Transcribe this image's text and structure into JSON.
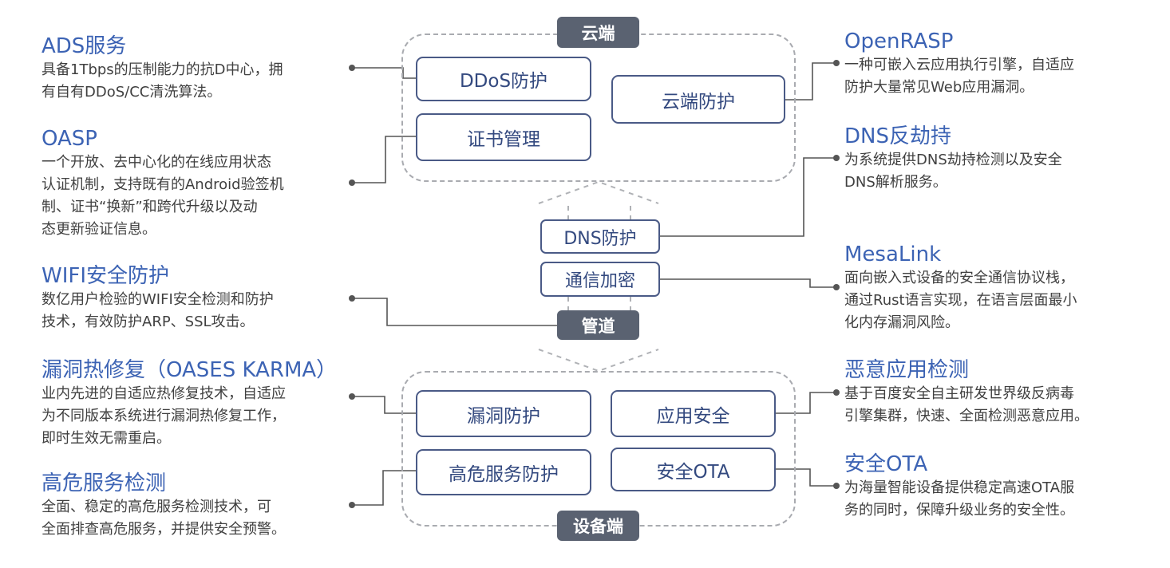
{
  "zones": {
    "cloud": "云端",
    "pipe": "管道",
    "device": "设备端"
  },
  "nodes": {
    "ddos": "DDoS防护",
    "cert": "证书管理",
    "cloud_protect": "云端防护",
    "dns": "DNS防护",
    "comm": "通信加密",
    "vuln": "漏洞防护",
    "app_sec": "应用安全",
    "high_risk": "高危服务防护",
    "ota": "安全OTA"
  },
  "left_blocks": [
    {
      "title": "ADS服务",
      "lines": [
        "具备1Tbps的压制能力的抗D中心，拥",
        "有自有DDoS/CC清洗算法。"
      ]
    },
    {
      "title": "OASP",
      "lines": [
        "一个开放、去中心化的在线应用状态",
        "认证机制，支持既有的Android验签机",
        "制、证书“换新”和跨代升级以及动",
        "态更新验证信息。"
      ]
    },
    {
      "title": "WIFI安全防护",
      "lines": [
        "数亿用户检验的WIFI安全检测和防护",
        "技术，有效防护ARP、SSL攻击。"
      ]
    },
    {
      "title": "漏洞热修复（OASES KARMA）",
      "lines": [
        "业内先进的自适应热修复技术，自适应",
        "为不同版本系统进行漏洞热修复工作，",
        "即时生效无需重启。"
      ]
    },
    {
      "title": "高危服务检测",
      "lines": [
        "全面、稳定的高危服务检测技术，可",
        "全面排查高危服务，并提供安全预警。"
      ]
    }
  ],
  "right_blocks": [
    {
      "title": "OpenRASP",
      "lines": [
        "一种可嵌入云应用执行引擎，自适应",
        "防护大量常见Web应用漏洞。"
      ]
    },
    {
      "title": "DNS反劫持",
      "lines": [
        "为系统提供DNS劫持检测以及安全",
        "DNS解析服务。"
      ]
    },
    {
      "title": "MesaLink",
      "lines": [
        "面向嵌入式设备的安全通信协议栈，",
        "通过Rust语言实现，在语言层面最小",
        "化内存漏洞风险。"
      ]
    },
    {
      "title": "恶意应用检测",
      "lines": [
        "基于百度安全自主研发世界级反病毒",
        "引擎集群，快速、全面检测恶意应用。"
      ]
    },
    {
      "title": "安全OTA",
      "lines": [
        "为海量智能设备提供稳定高速OTA服",
        "务的同时，保障升级业务的安全性。"
      ]
    }
  ],
  "colors": {
    "title_blue": "#3c63b4",
    "node_border": "#4a5a86",
    "zone_label_bg": "#5a6271",
    "connector": "#555555"
  }
}
